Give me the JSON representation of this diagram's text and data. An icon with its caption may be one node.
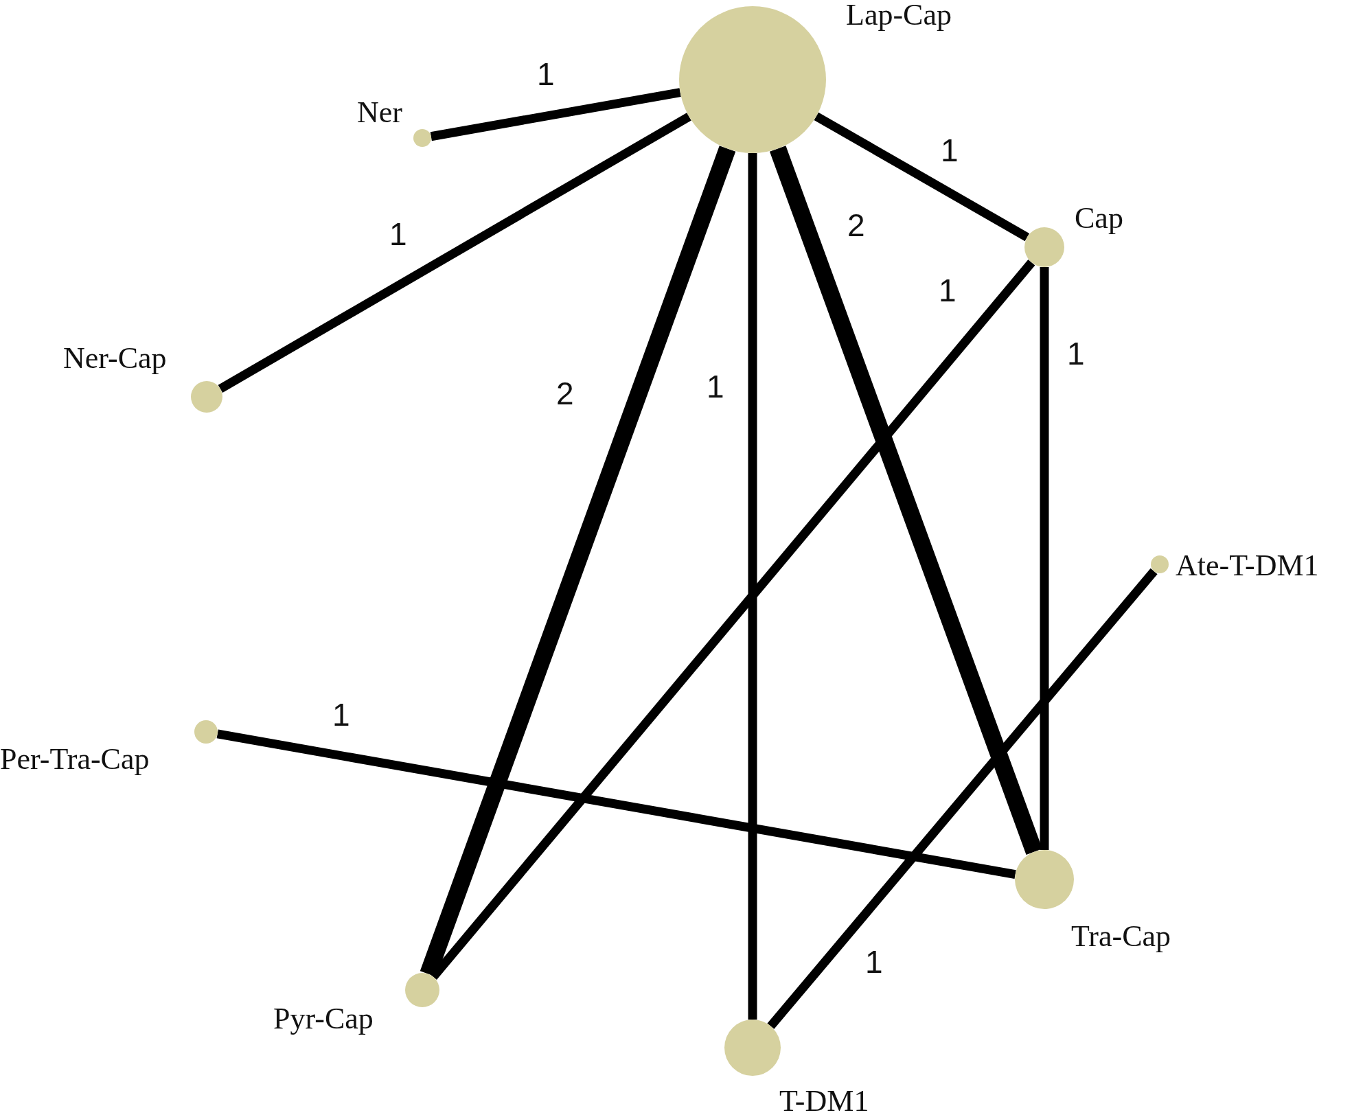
{
  "diagram": {
    "nodes": [
      {
        "text": [
          "Lap-Cap"
        ]
      },
      {
        "text": [
          "Ner"
        ]
      },
      {
        "text": [
          "Cap"
        ]
      },
      {
        "text": [
          "Ner-Cap"
        ]
      },
      {
        "text": [
          "Ate-T-DM1"
        ]
      },
      {
        "text": [
          "Per-Tra-Cap"
        ]
      },
      {
        "text": [
          "Tra-Cap"
        ]
      },
      {
        "text": [
          "Pyr-Cap"
        ]
      },
      {
        "text": [
          "T-DM1"
        ]
      }
    ],
    "edges": [
      {
        "from": 0,
        "to": 1,
        "arrow": "none",
        "label": "1"
      },
      {
        "from": 0,
        "to": 3,
        "arrow": "none",
        "label": "1"
      },
      {
        "from": 0,
        "to": 2,
        "arrow": "none",
        "label": "1"
      },
      {
        "from": 0,
        "to": 7,
        "arrow": "none",
        "label": "2",
        "style": "thick"
      },
      {
        "from": 0,
        "to": 8,
        "arrow": "none",
        "label": "1"
      },
      {
        "from": 0,
        "to": 6,
        "arrow": "none",
        "label": "2",
        "style": "thick"
      },
      {
        "from": 2,
        "to": 7,
        "arrow": "none",
        "label": "1"
      },
      {
        "from": 2,
        "to": 6,
        "arrow": "none",
        "label": "1"
      },
      {
        "from": 5,
        "to": 6,
        "arrow": "none",
        "label": "1"
      },
      {
        "from": 4,
        "to": 8,
        "arrow": "none",
        "label": "1"
      }
    ]
  }
}
